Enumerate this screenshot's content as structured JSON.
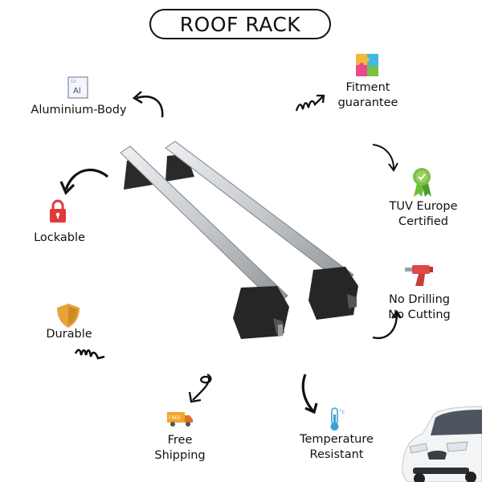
{
  "title": "ROOF RACK",
  "features": {
    "aluminium": {
      "label": "Aluminium-Body",
      "icon": "aluminium-element-icon",
      "icon_text": "Al",
      "icon_number": "13"
    },
    "fitment": {
      "line1": "Fitment",
      "line2": "guarantee",
      "icon": "puzzle-icon"
    },
    "lockable": {
      "label": "Lockable",
      "icon": "padlock-icon"
    },
    "tuv": {
      "line1": "TUV Europe",
      "line2": "Certified",
      "icon": "certified-badge-icon"
    },
    "drilling": {
      "line1": "No Drilling",
      "line2": "No Cutting",
      "icon": "drill-icon"
    },
    "durable": {
      "label": "Durable",
      "icon": "shield-icon"
    },
    "shipping": {
      "line1": "Free",
      "line2": "Shipping",
      "icon": "delivery-truck-icon",
      "icon_text": "FREE"
    },
    "temperature": {
      "line1": "Temperature",
      "line2": "Resistant",
      "icon": "thermometer-icon",
      "icon_text": "°c"
    }
  },
  "colors": {
    "accent_red": "#e0393b",
    "accent_orange": "#e8a33a",
    "accent_green": "#6cbf3b",
    "bar_silver": "#c9ccd0",
    "text": "#111111"
  }
}
